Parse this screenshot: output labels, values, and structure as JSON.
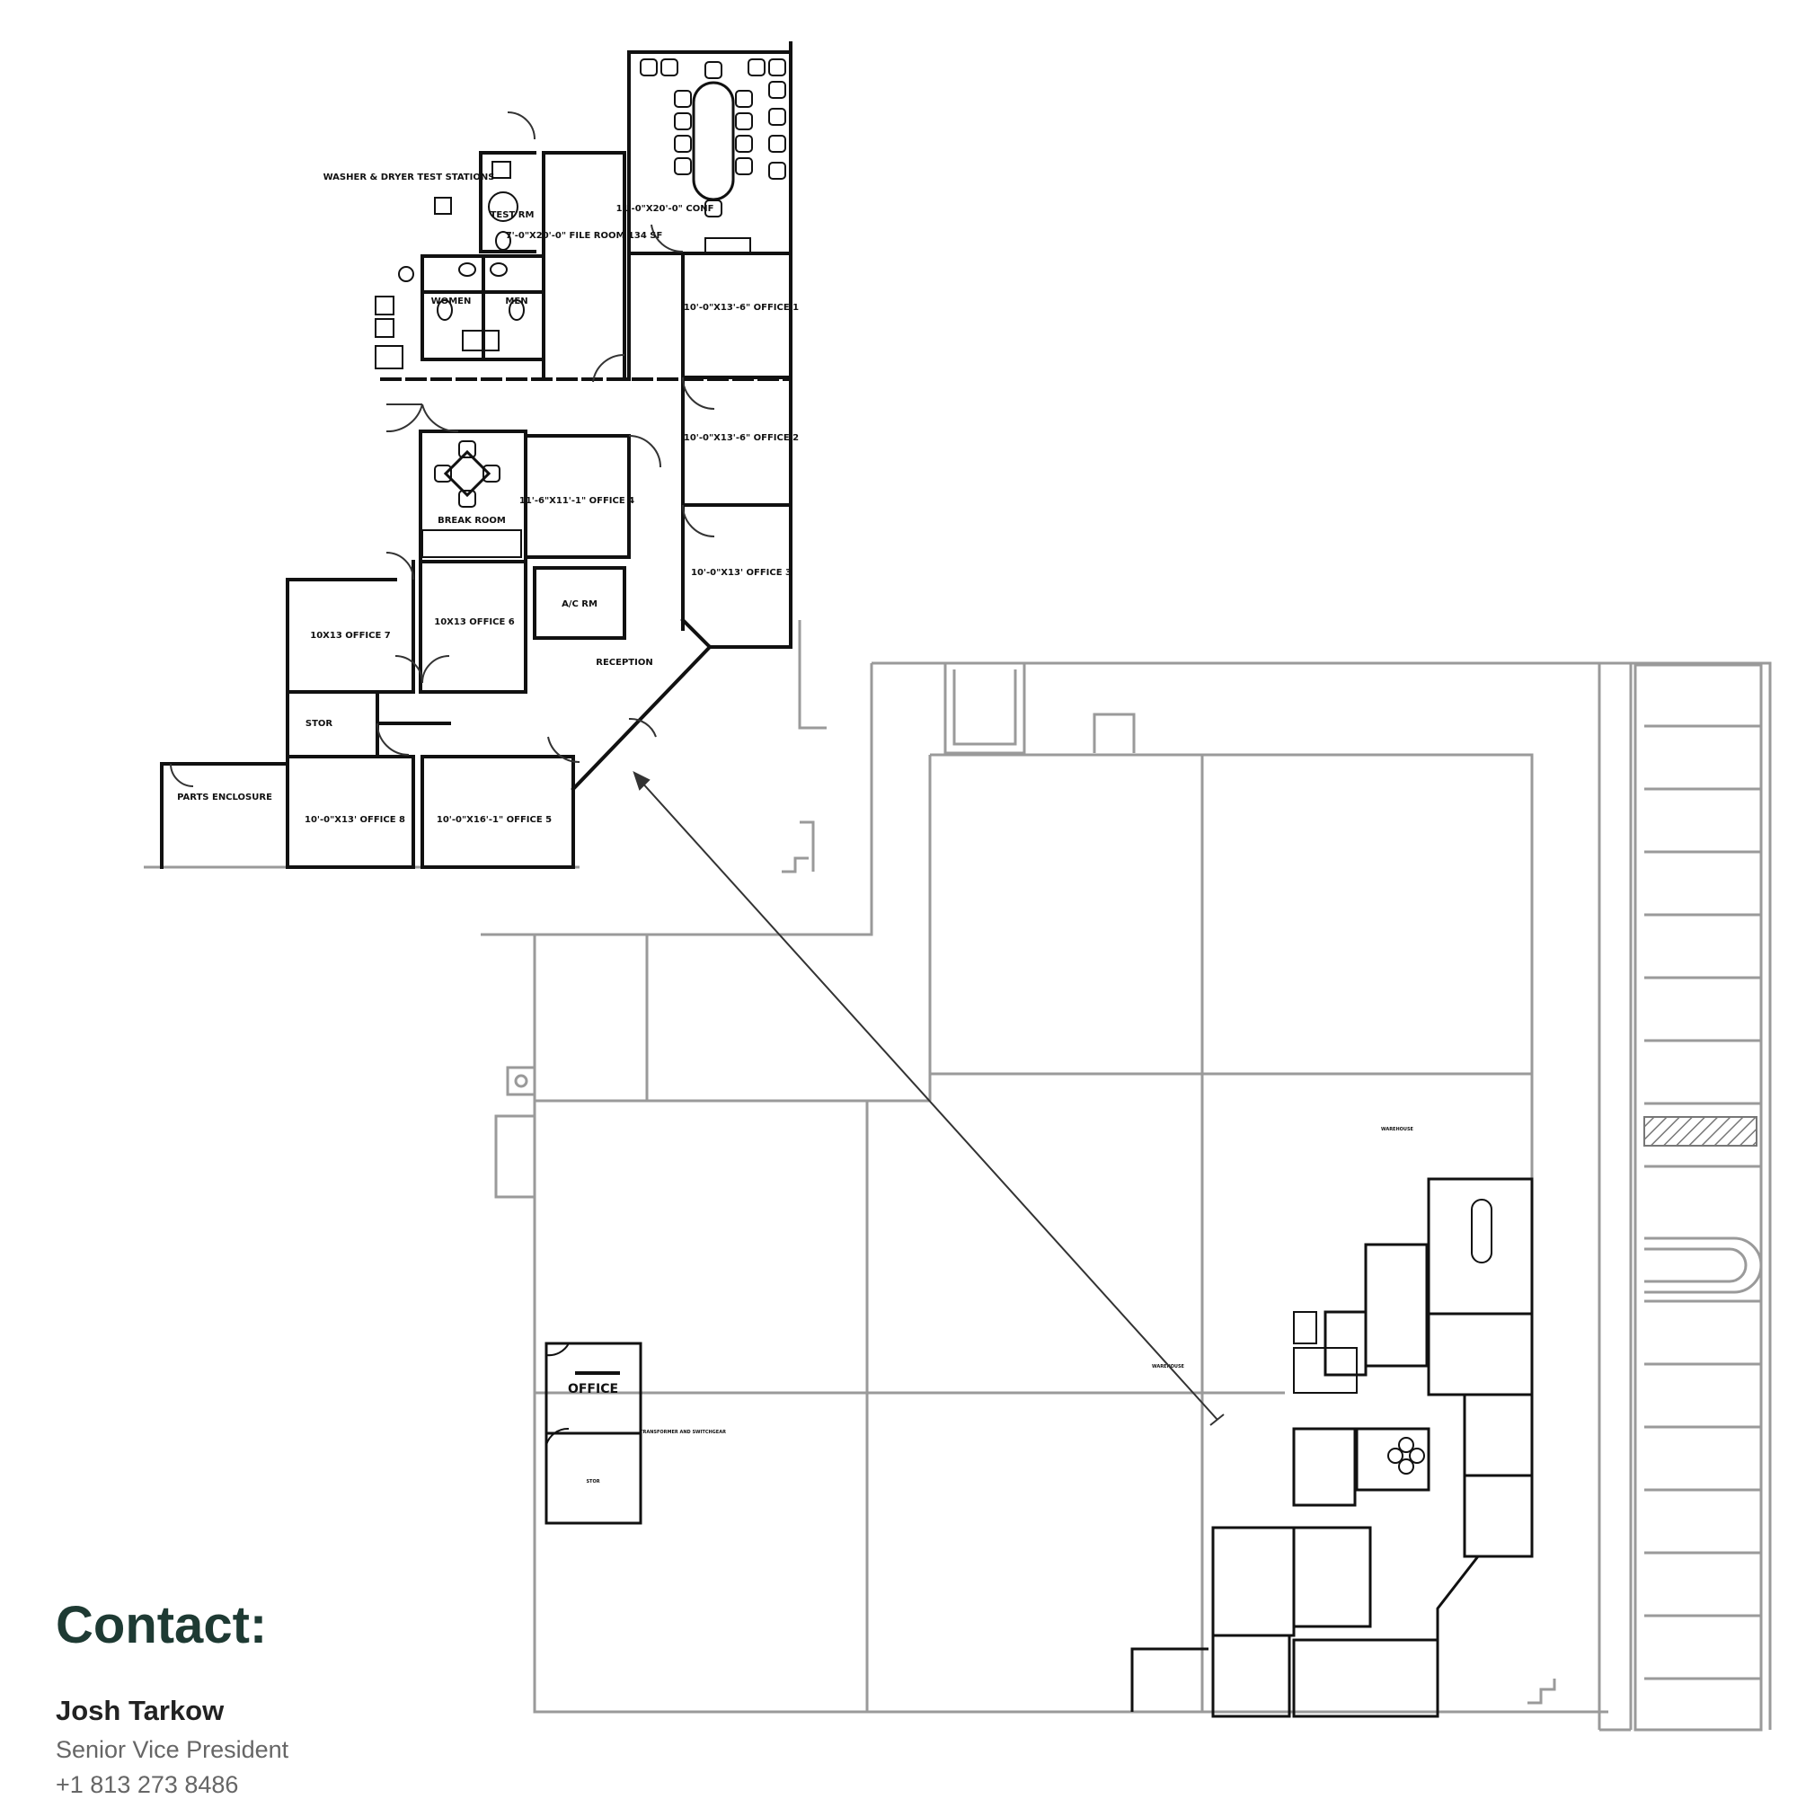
{
  "plan": {
    "room_labels": [
      "WASHER & DRYER TEST STATIONS",
      "TEST RM",
      "WOMEN",
      "MEN",
      "7'-0\"X20'-0\" FILE ROOM 134 SF",
      "11'-0\"X20'-0\" CONF",
      "10'-0\"X13'-6\" OFFICE 1",
      "10'-0\"X13'-6\" OFFICE 2",
      "11'-6\"X11'-1\" OFFICE 4",
      "BREAK ROOM",
      "10'-0\"X13' OFFICE 3",
      "10X13 OFFICE 7",
      "10X13 OFFICE 6",
      "A/C RM",
      "RECEPTION",
      "STOR",
      "PARTS ENCLOSURE",
      "10'-0\"X13' OFFICE 8",
      "10'-0\"X16'-1\" OFFICE 5",
      "OFFICE",
      "STOR",
      "WAREHOUSE",
      "WAREHOUSE",
      "TRANSFORMER AND SWITCHGEAR"
    ]
  },
  "contact": {
    "heading": "Contact:",
    "name": "Josh Tarkow",
    "title": "Senior Vice President",
    "phone": "+1 813 273 8486"
  },
  "colors": {
    "heading": "#1e3a33",
    "wall": "#111111",
    "light_wall": "#9a9a9a"
  }
}
